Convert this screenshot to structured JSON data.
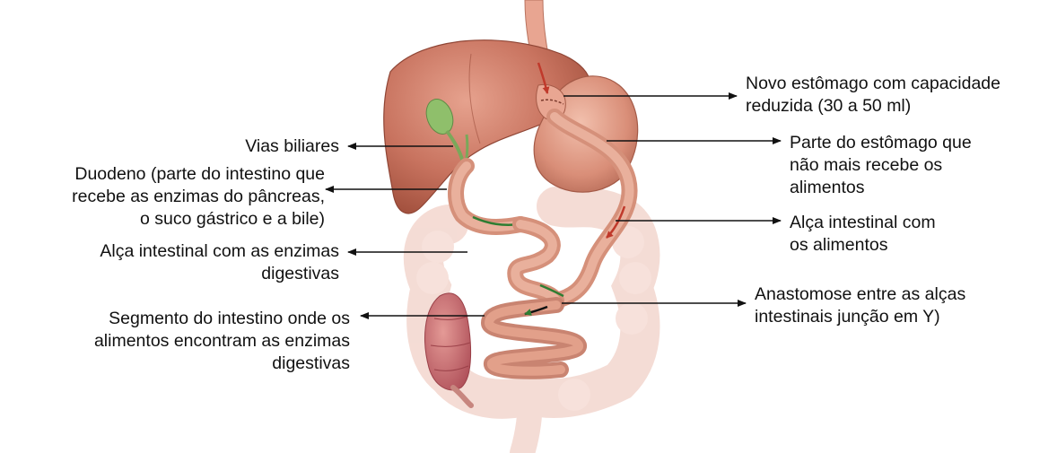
{
  "labels": {
    "novo_estomago": "Novo estômago com capacidade\nreduzida (30 a 50 ml)",
    "vias_biliares": "Vias biliares",
    "parte_estomago": "Parte do estômago que\nnão mais recebe os\nalimentos",
    "duodeno": "Duodeno (parte do intestino que\nrecebe as enzimas do pâncreas,\no suco gástrico e a bile)",
    "alca_alimentos": "Alça intestinal com\nos alimentos",
    "alca_enzimas": "Alça intestinal com as enzimas\ndigestivas",
    "anastomose": "Anastomose entre as alças\nintestinais junção em Y)",
    "segmento": "Segmento do intestino onde os\nalimentos encontram as enzimas\ndigestivas"
  },
  "colors": {
    "liver": "#c8735f",
    "stomach": "#d98e78",
    "intestine": "#e2a08a",
    "colon": "#f0cfc6",
    "rectum": "#c9676a",
    "bile": "#7aa85a",
    "food_arrow": "#c0392b",
    "enzyme_arrow": "#2e7d32",
    "pointer": "#111111"
  }
}
